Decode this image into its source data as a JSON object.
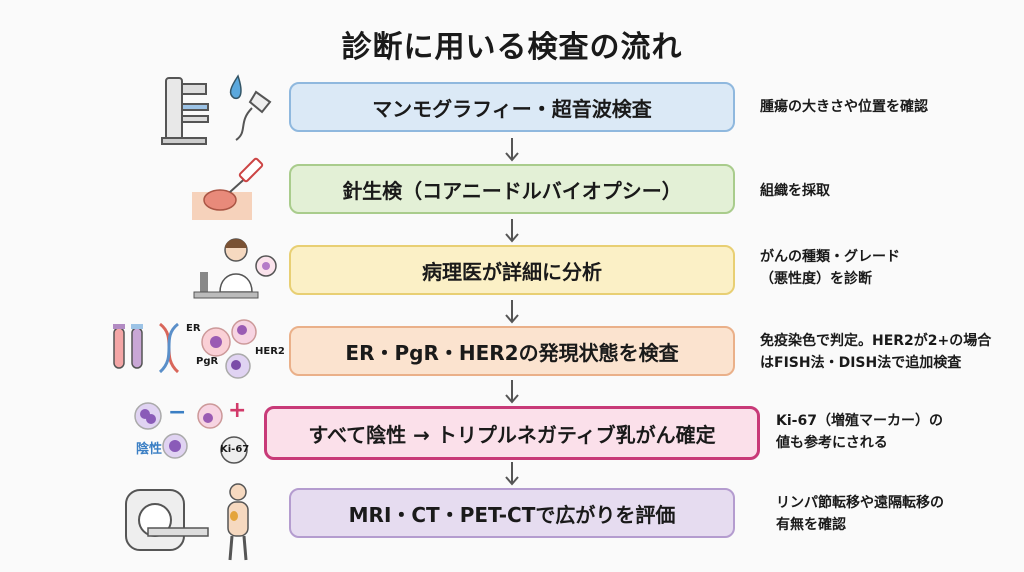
{
  "title": "診断に用いる検査の流れ",
  "steps": [
    {
      "label": "マンモグラフィー・超音波検査",
      "note": [
        "腫瘍の大きさや位置を確認"
      ]
    },
    {
      "label": "針生検（コアニードルバイオプシー）",
      "note": [
        "組織を採取"
      ]
    },
    {
      "label": "病理医が詳細に分析",
      "note": [
        "がんの種類・グレード",
        "（悪性度）を診断"
      ]
    },
    {
      "label": "ER・PgR・HER2の発現状態を検査",
      "note": [
        "免疫染色で判定。HER2が2+の場合",
        "はFISH法・DISH法で追加検査"
      ]
    },
    {
      "label": "すべて陰性 → トリプルネガティブ乳がん確定",
      "note": [
        "Ki-67（増殖マーカー）の",
        "値も参考にされる"
      ]
    },
    {
      "label": "MRI・CT・PET-CTで広がりを評価",
      "note": [
        "リンパ節転移や遠隔転移の",
        "有無を確認"
      ]
    }
  ],
  "icon_labels": {
    "er": "ER",
    "pgr": "PgR",
    "her2": "HER2",
    "negative": "陰性",
    "ki67": "Ki-67",
    "minus": "−",
    "plus": "+"
  },
  "colors": {
    "blue": "#dbe9f6",
    "green": "#e3f0d6",
    "yellow": "#fbf0c6",
    "orange": "#fbe3cf",
    "pink": "#fbe0ea",
    "pink_border": "#c83a78",
    "purple": "#e6dcf0"
  }
}
